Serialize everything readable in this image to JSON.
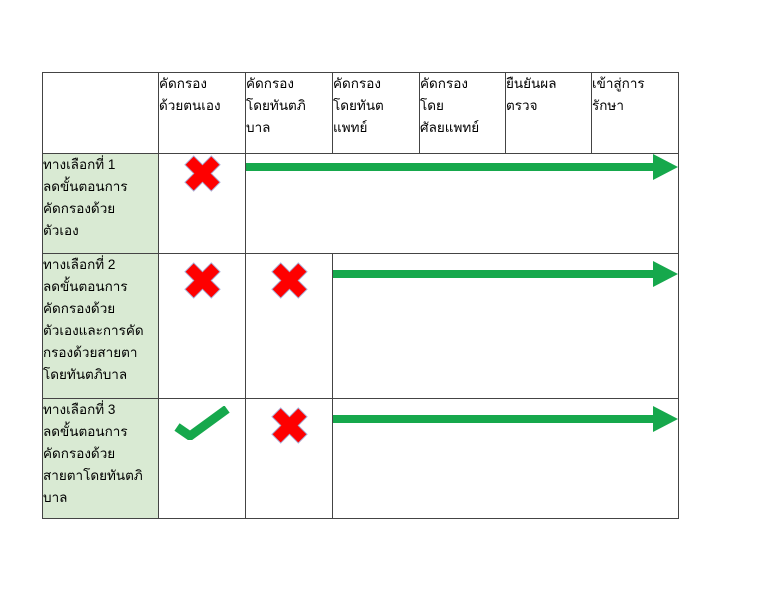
{
  "colors": {
    "label-bg": "#d9ead3",
    "green": "#16a84c",
    "red": "#fe0000",
    "border": "#444444",
    "text": "#000000"
  },
  "table": {
    "column_headers": [
      {
        "id": "self-screening",
        "lines": [
          "คัดกรอง",
          "ด้วยตนเอง"
        ]
      },
      {
        "id": "screening-by-dental-nurse",
        "lines": [
          "คัดกรอง",
          "โดยทันตภิ",
          "บาล"
        ]
      },
      {
        "id": "screening-by-dentist",
        "lines": [
          "คัดกรอง",
          "โดยทันต",
          "แพทย์"
        ]
      },
      {
        "id": "screening-by-surgeon",
        "lines": [
          "คัดกรอง",
          "โดย",
          "ศัลยแพทย์"
        ]
      },
      {
        "id": "confirm-test-result",
        "lines": [
          "ยืนยันผล",
          "ตรวจ"
        ]
      },
      {
        "id": "enter-treatment",
        "lines": [
          "เข้าสู่การ",
          "รักษา"
        ]
      }
    ],
    "rows": [
      {
        "label_lines": [
          "ทางเลือกที่ 1",
          "ลดขั้นตอนการ",
          "คัดกรองด้วย",
          "ตัวเอง"
        ],
        "marks": [
          "red-cross"
        ],
        "arrow_starts_at_column": 2,
        "arrow_span_columns": 5
      },
      {
        "label_lines": [
          "ทางเลือกที่ 2",
          "ลดขั้นตอนการ",
          "คัดกรองด้วย",
          "ตัวเองและการคัด",
          "กรองด้วยสายตา",
          "โดยทันตภิบาล"
        ],
        "marks": [
          "red-cross",
          "red-cross"
        ],
        "arrow_starts_at_column": 3,
        "arrow_span_columns": 4
      },
      {
        "label_lines": [
          "ทางเลือกที่ 3",
          "ลดขั้นตอนการ",
          "คัดกรองด้วย",
          "สายตาโดยทันตภิ",
          "บาล"
        ],
        "marks": [
          "green-check",
          "red-cross"
        ],
        "arrow_starts_at_column": 3,
        "arrow_span_columns": 4
      }
    ]
  }
}
